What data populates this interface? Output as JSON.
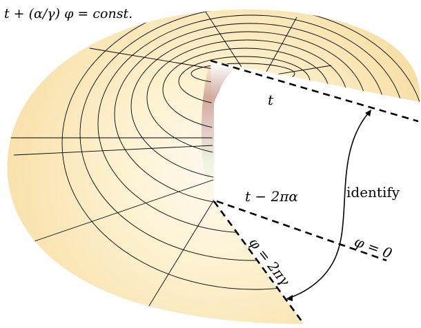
{
  "labels": {
    "formula": "t + (α/γ) φ = const.",
    "t_top": "t",
    "t_bottom": "t − 2πα",
    "phi_zero": "φ = 0",
    "phi_two_pi_gamma": "φ = 2πγ",
    "identify": "identify"
  },
  "colors": {
    "surface_light": "#fdf3d2",
    "surface_warm": "#f8dfa6",
    "inner_rose": "#c9988a",
    "inner_green": "#e3f0d8",
    "lines": "#000000"
  }
}
